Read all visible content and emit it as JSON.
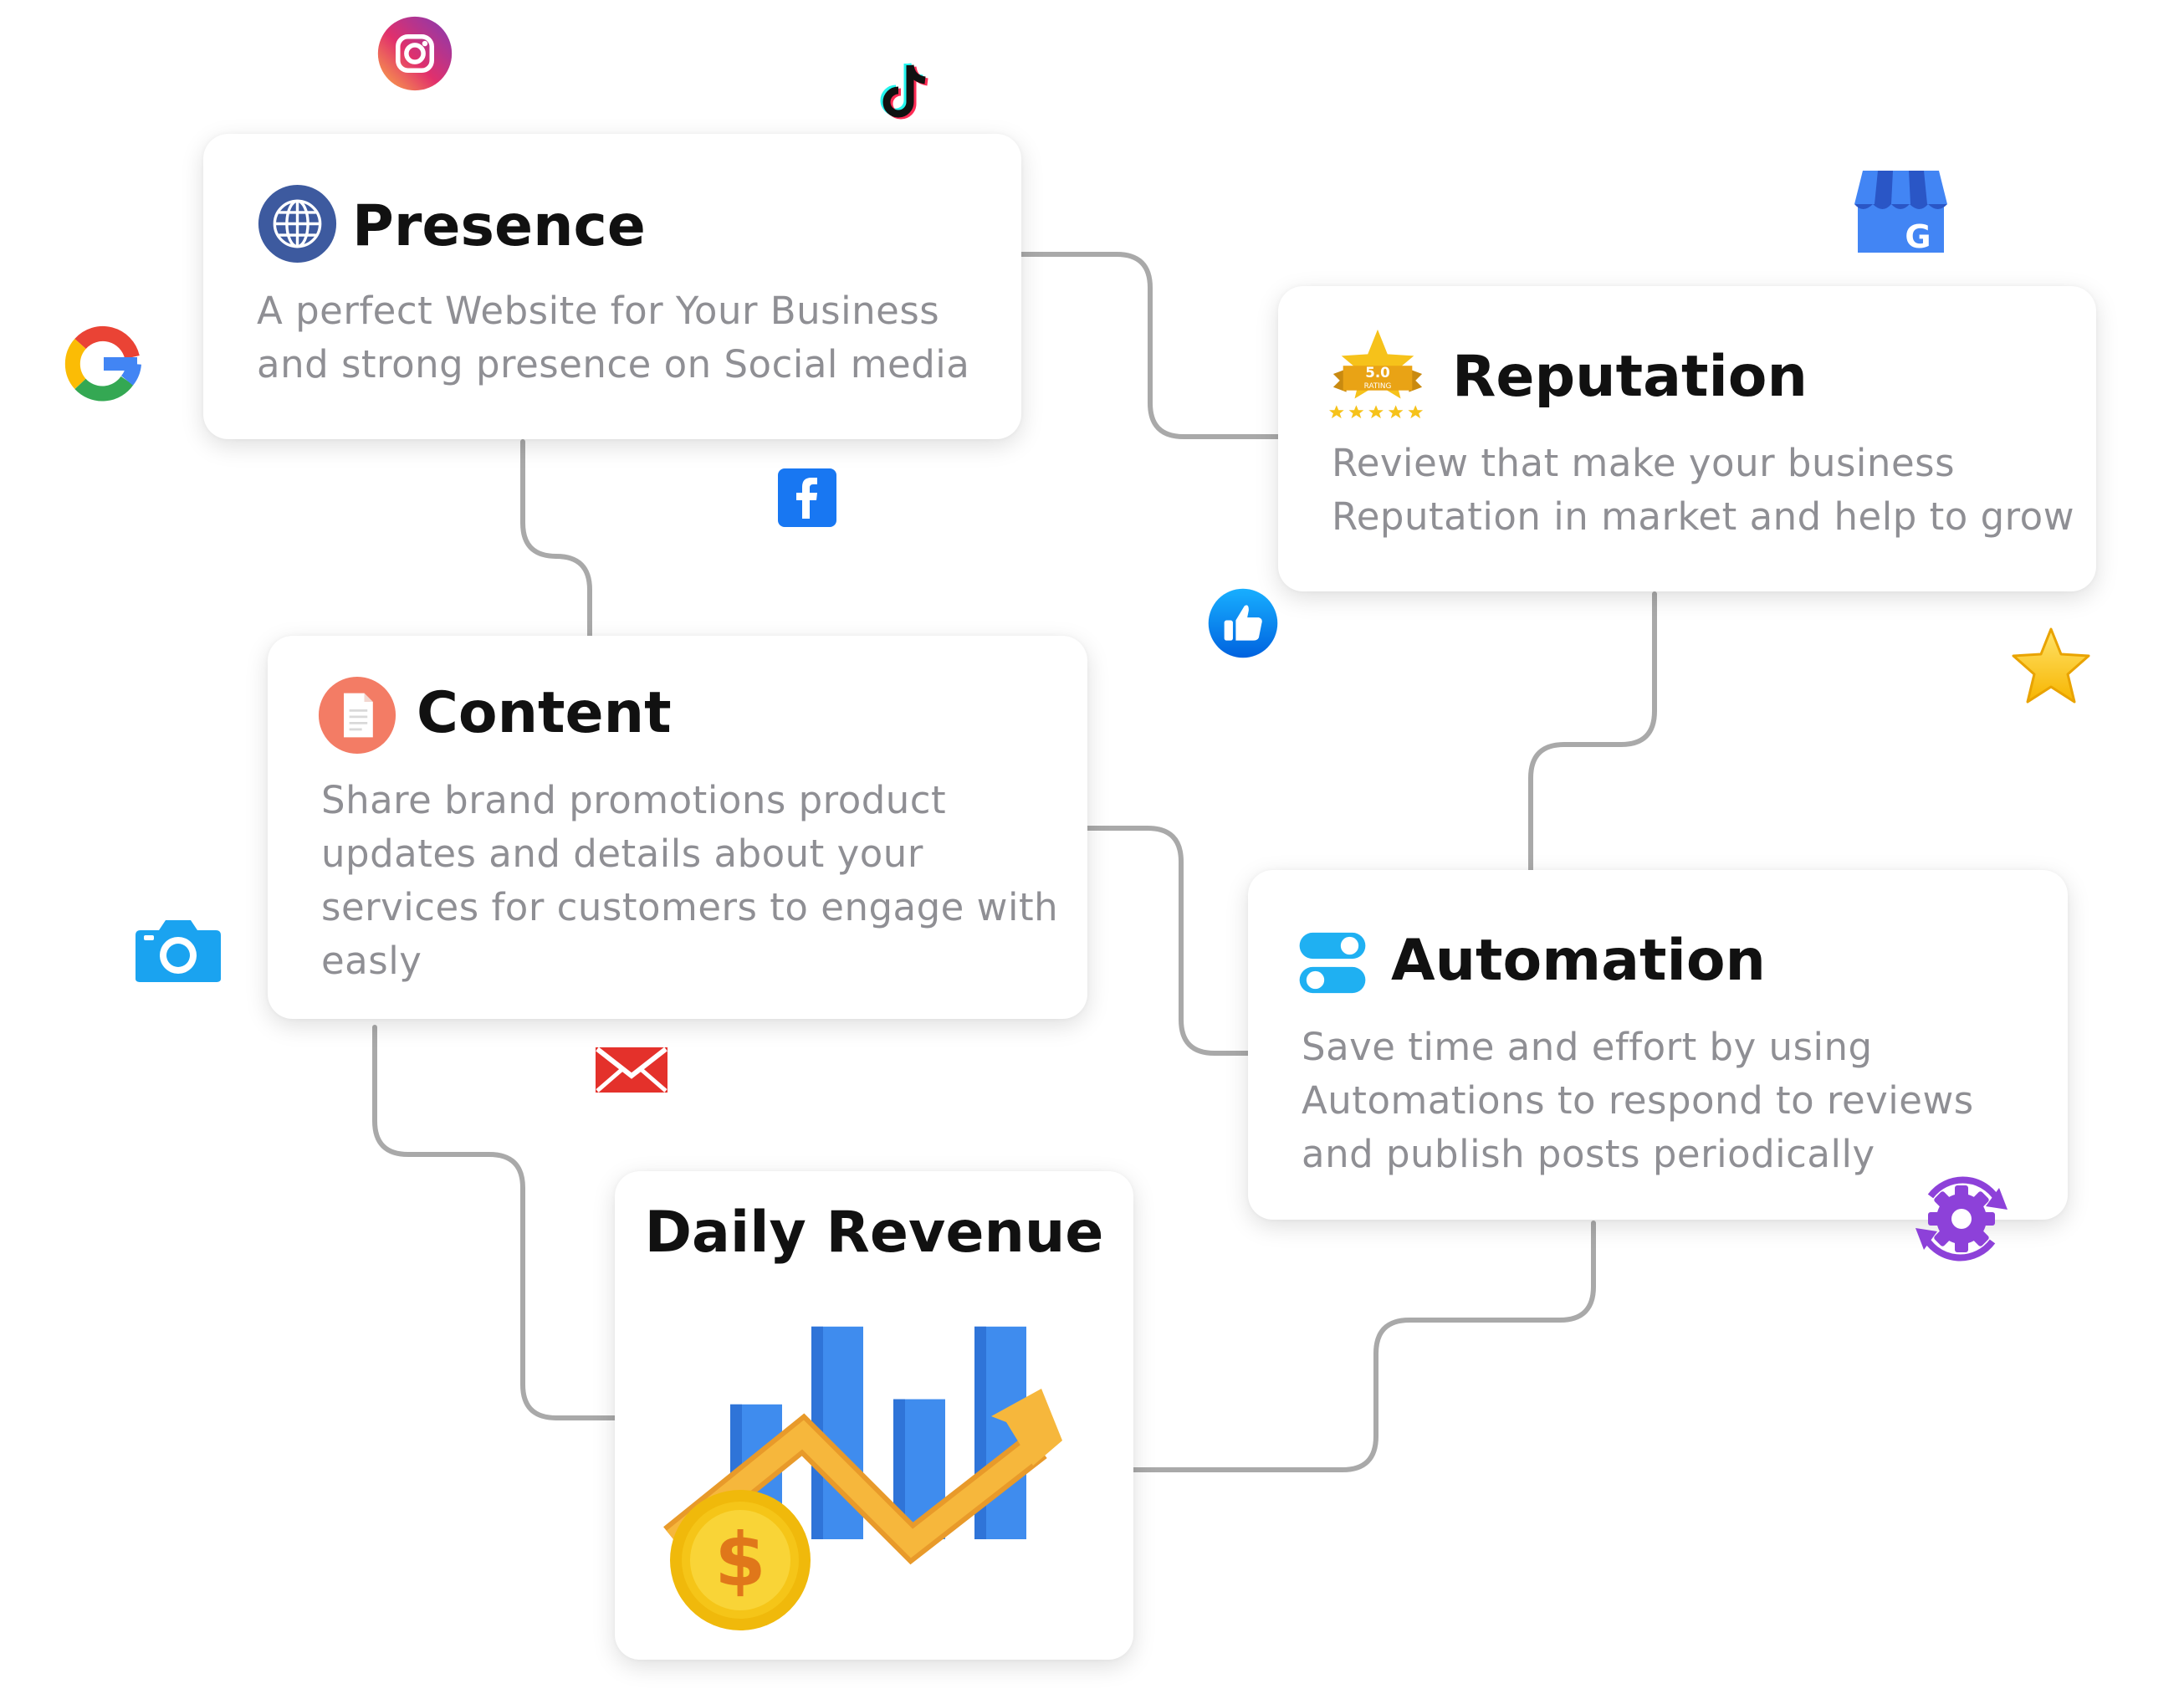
{
  "cards": {
    "presence": {
      "title": "Presence",
      "lines": [
        "A perfect Website for Your Business",
        "and strong presence on Social media"
      ]
    },
    "reputation": {
      "title": "Reputation",
      "lines": [
        "Review that make your business",
        "Reputation in market and help to grow"
      ],
      "badge_value": "5.0",
      "badge_label": "RATING"
    },
    "content": {
      "title": "Content",
      "lines": [
        "Share brand promotions product",
        "updates and details about your",
        "services for customers to engage with",
        "easly"
      ]
    },
    "automation": {
      "title": "Automation",
      "lines": [
        "Save time and effort by using",
        "Automations to respond to reviews",
        "and publish posts periodically"
      ]
    },
    "revenue": {
      "title": "Daily Revenue",
      "bar_levels": [
        0.52,
        0.82,
        0.54,
        0.82
      ]
    }
  },
  "icons": [
    "instagram-icon",
    "tiktok-icon",
    "google-icon",
    "facebook-icon",
    "google-my-business-icon",
    "thumbs-up-icon",
    "star-icon",
    "camera-icon",
    "mail-icon",
    "gear-sync-icon",
    "globe-icon",
    "rating-badge-icon",
    "document-icon",
    "toggle-switch-icon",
    "dollar-coin-icon",
    "growth-arrow-icon"
  ],
  "colors": {
    "connector": "#a9a9a9",
    "title": "#111111",
    "description": "#8f8f94",
    "bar": "#3f8cee",
    "arrow": "#f6b73c",
    "coin": "#f5c518",
    "globe": "#3d5a9f",
    "document": "#f37c65",
    "toggle": "#1fb0f2",
    "gear": "#8d41d9"
  }
}
